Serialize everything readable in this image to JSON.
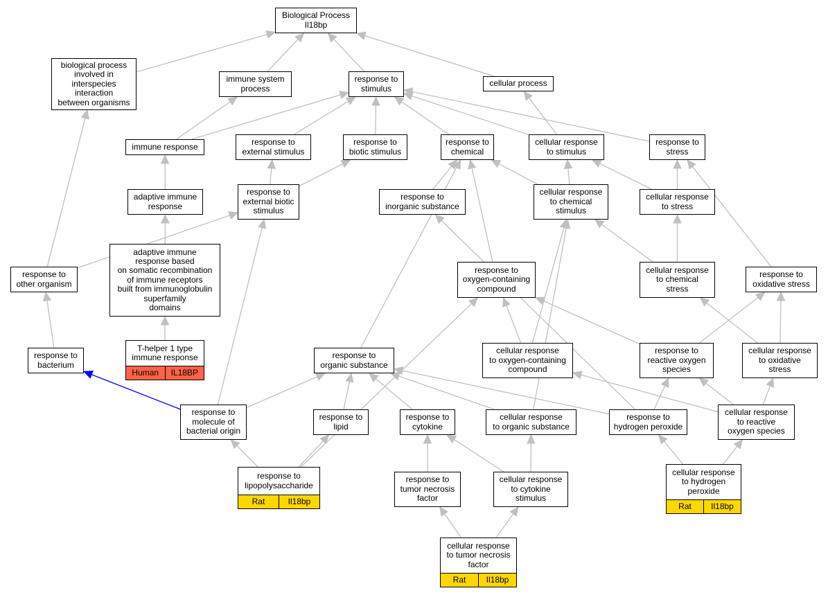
{
  "colors": {
    "edge": "#c0c0c0",
    "highlight_edge": "#0000ff",
    "human_tag": "#ff6347",
    "rat_tag": "#ffd700"
  },
  "nodes": [
    {
      "id": "bp",
      "label": "Biological Process\nIl18bp"
    },
    {
      "id": "interspecies",
      "label": "biological process\ninvolved in\ninterspecies\ninteraction\nbetween organisms"
    },
    {
      "id": "immsys",
      "label": "immune system\nprocess"
    },
    {
      "id": "respstim",
      "label": "response to\nstimulus"
    },
    {
      "id": "cellproc",
      "label": "cellular process"
    },
    {
      "id": "immresp",
      "label": "immune response"
    },
    {
      "id": "extstim",
      "label": "response to\nexternal stimulus"
    },
    {
      "id": "biostim",
      "label": "response to\nbiotic stimulus"
    },
    {
      "id": "chem",
      "label": "response to\nchemical"
    },
    {
      "id": "cellstim",
      "label": "cellular response\nto stimulus"
    },
    {
      "id": "stress",
      "label": "response to\nstress"
    },
    {
      "id": "adaptive",
      "label": "adaptive immune\nresponse"
    },
    {
      "id": "extbiotic",
      "label": "response to\nexternal biotic\nstimulus"
    },
    {
      "id": "inorg",
      "label": "response to\ninorganic substance"
    },
    {
      "id": "cellchem",
      "label": "cellular response\nto chemical\nstimulus"
    },
    {
      "id": "cellstress",
      "label": "cellular response\nto stress"
    },
    {
      "id": "adaptsom",
      "label": "adaptive immune\nresponse based\non somatic recombination\nof immune receptors\nbuilt from immunoglobulin\nsuperfamily\ndomains"
    },
    {
      "id": "otherorg",
      "label": "response to\nother organism"
    },
    {
      "id": "oxcomp",
      "label": "response to\noxygen-containing\ncompound"
    },
    {
      "id": "cellchemstress",
      "label": "cellular response\nto chemical\nstress"
    },
    {
      "id": "oxstress",
      "label": "response to\noxidative stress"
    },
    {
      "id": "th1",
      "label": "T-helper 1 type\nimmune response",
      "tags": [
        {
          "text": "Human",
          "color": "#ff6347"
        },
        {
          "text": "IL18BP",
          "color": "#ff6347"
        }
      ]
    },
    {
      "id": "bacterium",
      "label": "response to\nbacterium"
    },
    {
      "id": "orgsub",
      "label": "response to\norganic substance"
    },
    {
      "id": "celloxcomp",
      "label": "cellular response\nto oxygen-containing\ncompound"
    },
    {
      "id": "ros",
      "label": "response to\nreactive oxygen\nspecies"
    },
    {
      "id": "celloxstress",
      "label": "cellular response\nto oxidative\nstress"
    },
    {
      "id": "molbact",
      "label": "response to\nmolecule of\nbacterial origin"
    },
    {
      "id": "lipid",
      "label": "response to\nlipid"
    },
    {
      "id": "cytokine",
      "label": "response to\ncytokine"
    },
    {
      "id": "cellorgsub",
      "label": "cellular response\nto organic substance"
    },
    {
      "id": "h2o2",
      "label": "response to\nhydrogen peroxide"
    },
    {
      "id": "cellros",
      "label": "cellular response\nto reactive\noxygen species"
    },
    {
      "id": "lps",
      "label": "response to\nlipopolysaccharide",
      "tags": [
        {
          "text": "Rat",
          "color": "#ffd700"
        },
        {
          "text": "Il18bp",
          "color": "#ffd700"
        }
      ]
    },
    {
      "id": "tnf",
      "label": "response to\ntumor necrosis\nfactor"
    },
    {
      "id": "cellcyto",
      "label": "cellular response\nto cytokine\nstimulus"
    },
    {
      "id": "cellh2o2",
      "label": "cellular response\nto hydrogen\nperoxide",
      "tags": [
        {
          "text": "Rat",
          "color": "#ffd700"
        },
        {
          "text": "Il18bp",
          "color": "#ffd700"
        }
      ]
    },
    {
      "id": "celltnf",
      "label": "cellular response\nto tumor necrosis\nfactor",
      "tags": [
        {
          "text": "Rat",
          "color": "#ffd700"
        },
        {
          "text": "Il18bp",
          "color": "#ffd700"
        }
      ]
    }
  ],
  "edges": [
    {
      "from": "interspecies",
      "to": "bp"
    },
    {
      "from": "immsys",
      "to": "bp"
    },
    {
      "from": "respstim",
      "to": "bp"
    },
    {
      "from": "cellproc",
      "to": "bp"
    },
    {
      "from": "immresp",
      "to": "immsys"
    },
    {
      "from": "immresp",
      "to": "respstim"
    },
    {
      "from": "extstim",
      "to": "respstim"
    },
    {
      "from": "biostim",
      "to": "respstim"
    },
    {
      "from": "chem",
      "to": "respstim"
    },
    {
      "from": "cellstim",
      "to": "respstim"
    },
    {
      "from": "stress",
      "to": "respstim"
    },
    {
      "from": "cellstim",
      "to": "cellproc"
    },
    {
      "from": "adaptive",
      "to": "immresp"
    },
    {
      "from": "extbiotic",
      "to": "extstim"
    },
    {
      "from": "extbiotic",
      "to": "biostim"
    },
    {
      "from": "inorg",
      "to": "chem"
    },
    {
      "from": "cellchem",
      "to": "chem"
    },
    {
      "from": "cellchem",
      "to": "cellstim"
    },
    {
      "from": "cellstress",
      "to": "cellstim"
    },
    {
      "from": "cellstress",
      "to": "stress"
    },
    {
      "from": "adaptsom",
      "to": "adaptive"
    },
    {
      "from": "otherorg",
      "to": "interspecies"
    },
    {
      "from": "otherorg",
      "to": "extbiotic"
    },
    {
      "from": "oxcomp",
      "to": "chem"
    },
    {
      "from": "cellchemstress",
      "to": "cellchem"
    },
    {
      "from": "cellchemstress",
      "to": "cellstress"
    },
    {
      "from": "oxstress",
      "to": "stress"
    },
    {
      "from": "th1",
      "to": "adaptsom"
    },
    {
      "from": "bacterium",
      "to": "otherorg"
    },
    {
      "from": "orgsub",
      "to": "chem"
    },
    {
      "from": "celloxcomp",
      "to": "oxcomp"
    },
    {
      "from": "celloxcomp",
      "to": "cellchem"
    },
    {
      "from": "ros",
      "to": "oxcomp"
    },
    {
      "from": "ros",
      "to": "oxstress"
    },
    {
      "from": "celloxstress",
      "to": "cellchemstress"
    },
    {
      "from": "celloxstress",
      "to": "oxstress"
    },
    {
      "from": "molbact",
      "to": "bacterium",
      "highlight": true
    },
    {
      "from": "molbact",
      "to": "orgsub"
    },
    {
      "from": "molbact",
      "to": "extbiotic"
    },
    {
      "from": "lipid",
      "to": "orgsub"
    },
    {
      "from": "cytokine",
      "to": "orgsub"
    },
    {
      "from": "cellorgsub",
      "to": "orgsub"
    },
    {
      "from": "cellorgsub",
      "to": "cellchem"
    },
    {
      "from": "h2o2",
      "to": "ros"
    },
    {
      "from": "h2o2",
      "to": "orgsub"
    },
    {
      "from": "h2o2",
      "to": "inorg"
    },
    {
      "from": "cellros",
      "to": "ros"
    },
    {
      "from": "cellros",
      "to": "celloxstress"
    },
    {
      "from": "cellros",
      "to": "celloxcomp"
    },
    {
      "from": "lps",
      "to": "molbact"
    },
    {
      "from": "lps",
      "to": "lipid"
    },
    {
      "from": "lps",
      "to": "oxcomp"
    },
    {
      "from": "tnf",
      "to": "cytokine"
    },
    {
      "from": "cellcyto",
      "to": "cytokine"
    },
    {
      "from": "cellcyto",
      "to": "cellorgsub"
    },
    {
      "from": "cellh2o2",
      "to": "h2o2"
    },
    {
      "from": "cellh2o2",
      "to": "cellros"
    },
    {
      "from": "celltnf",
      "to": "tnf"
    },
    {
      "from": "celltnf",
      "to": "cellcyto"
    }
  ]
}
